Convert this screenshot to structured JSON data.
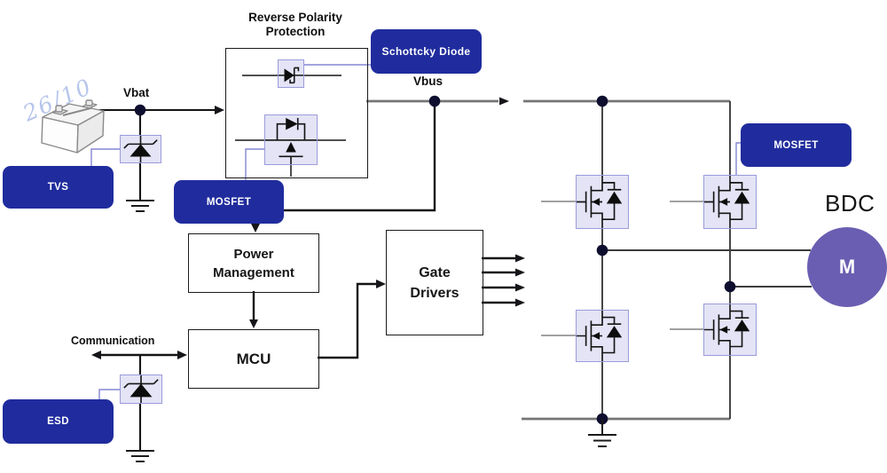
{
  "diagram": {
    "rpp_title": "Reverse Polarity Protection",
    "nets": {
      "vbat": "Vbat",
      "vbus": "Vbus"
    },
    "blocks": {
      "power_management": "Power Management",
      "mcu": "MCU",
      "gate_drivers": "Gate Drivers"
    },
    "callout_labels": {
      "tvs": "TVS",
      "schottky": "Schottcky Diode",
      "mosfet_input": "MOSFET",
      "esd": "ESD",
      "mosfet_bridge": "MOSFET"
    },
    "bus_label": "Communication",
    "motor": {
      "caption": "BDC",
      "symbol": "M"
    },
    "watermark": "26/10"
  },
  "icons": {
    "battery-icon": "3d car battery sketch",
    "tvs-diode-icon": "TVS zener diode",
    "esd-diode-icon": "TVS zener diode",
    "schottky-diode-icon": "schottky diode",
    "mosfet-icon": "n-mosfet with body diode",
    "ground-icon": "earth ground",
    "junction-dot-icon": "filled circle node",
    "motor-icon": "circle with M"
  },
  "colors": {
    "label_bg": "#202C9D",
    "label_text": "#FFFFFF",
    "symbol_fill": "#E4E4F6",
    "symbol_border": "#9B9BDB",
    "callout_line": "#8486D4",
    "motor_fill": "#6A5EB2",
    "wire": "#141414",
    "rail": "#757575",
    "branch": "#3C3C3C",
    "gate_lead": "#828282",
    "ground": "#1A1A1A",
    "junction_dot": "#0E0E2E",
    "text": "#111111"
  }
}
